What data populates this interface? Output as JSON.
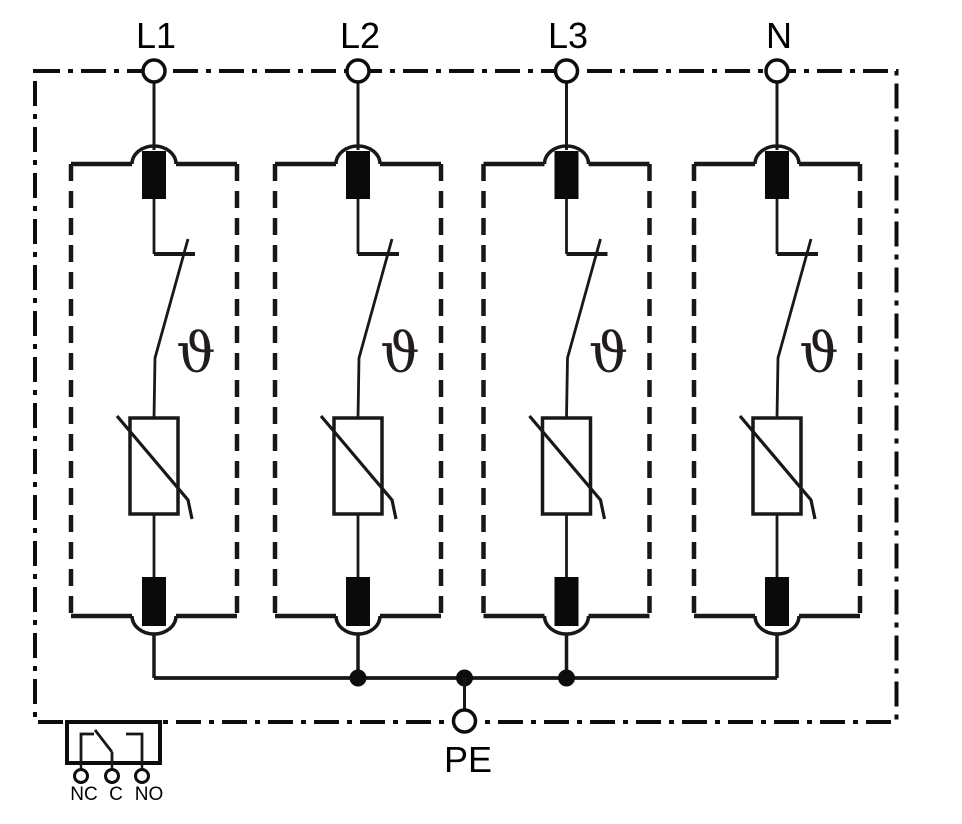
{
  "terminals": {
    "phases": [
      "L1",
      "L2",
      "L3",
      "N"
    ],
    "earth": "PE"
  },
  "module": {
    "thermal_symbol": "ϑ"
  },
  "remote_contact": {
    "labels": [
      "NC",
      "C",
      "NO"
    ]
  },
  "colors": {
    "line": "#1a171a",
    "background": "#ffffff",
    "label_text": "#000000"
  }
}
